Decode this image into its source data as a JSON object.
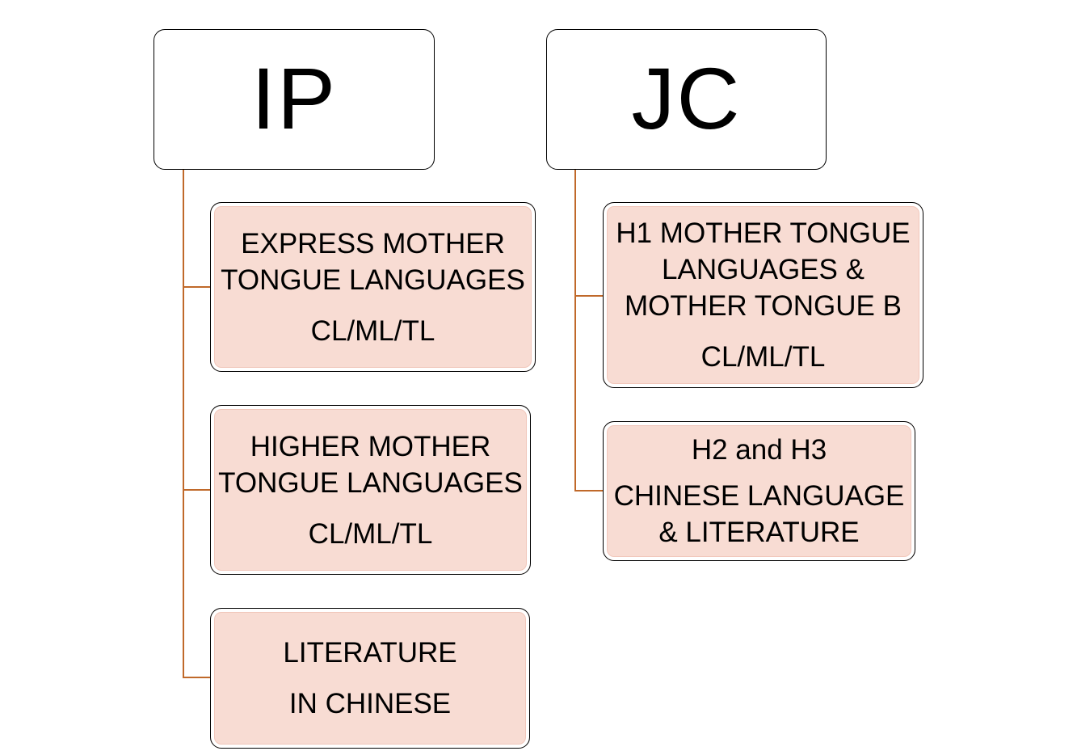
{
  "colors": {
    "connector": "#c0692a",
    "child_fill": "#f8dcd3",
    "header_fill": "#ffffff",
    "border": "#000000"
  },
  "columns": [
    {
      "title": "IP",
      "children": [
        {
          "lines": [
            "EXPRESS MOTHER",
            "TONGUE LANGUAGES"
          ],
          "subtitle": "CL/ML/TL"
        },
        {
          "lines": [
            "HIGHER MOTHER",
            "TONGUE LANGUAGES"
          ],
          "subtitle": "CL/ML/TL"
        },
        {
          "lines": [
            "LITERATURE"
          ],
          "subtitle": "IN CHINESE"
        }
      ]
    },
    {
      "title": "JC",
      "children": [
        {
          "lines": [
            "H1 MOTHER TONGUE",
            "LANGUAGES &",
            "MOTHER TONGUE B"
          ],
          "subtitle": "CL/ML/TL"
        },
        {
          "lines": [
            "H2 and H3"
          ],
          "subtitle": "CHINESE LANGUAGE & LITERATURE"
        }
      ]
    }
  ]
}
